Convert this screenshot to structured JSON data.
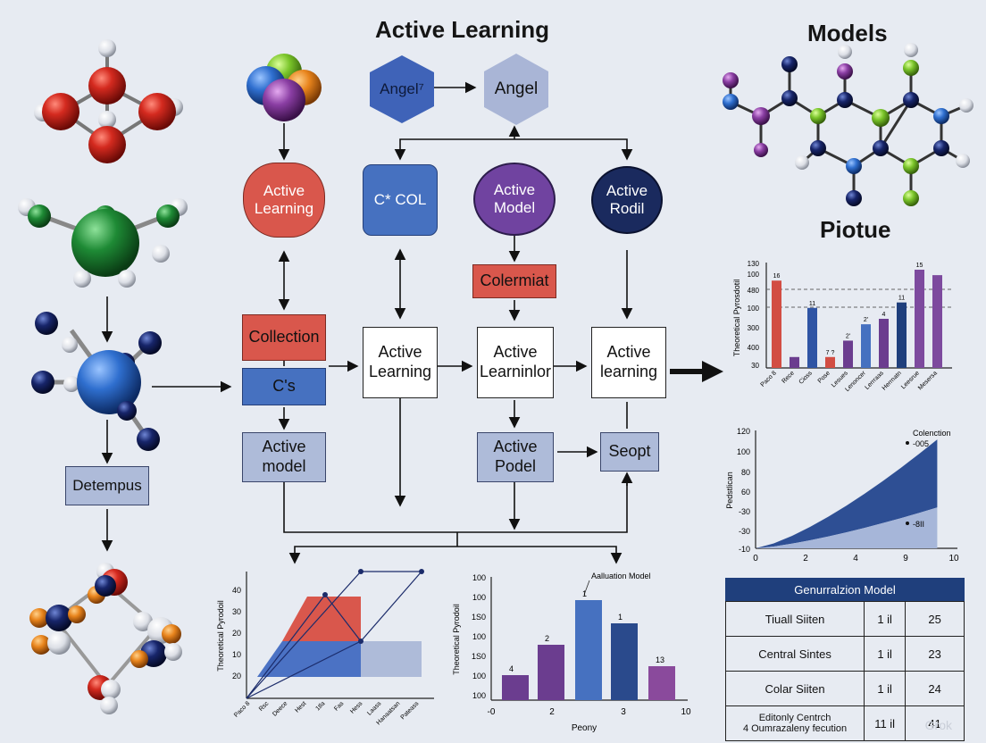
{
  "titles": {
    "main": "Active Learning",
    "models": "Models",
    "pictue": "Piotue"
  },
  "hexagons": {
    "left": "Angel⁷",
    "right": "Angel"
  },
  "flow": {
    "top_nodes": [
      "Active Learning",
      "C* COL",
      "Active Model",
      "Active Rodil"
    ],
    "colermiat": "Colermiat",
    "collection": "Collection",
    "cs": "C's",
    "active_model_left": "Active model",
    "mid_boxes": [
      "Active Learning",
      "Active Learninlor",
      "Active learning"
    ],
    "active_podel": "Active Podel",
    "seopt": "Seopt",
    "detempus": "Detempus"
  },
  "chart_data": [
    {
      "type": "bar",
      "ylabel": "Theoretical Pyrosdotil",
      "yticks": [
        "30",
        "400",
        "300",
        "100",
        "480",
        "100",
        "130"
      ],
      "categories": [
        "Paco 8",
        "Rece",
        "Cioss",
        "Pose",
        "Lesues",
        "Lenoncer",
        "Lerrraas",
        "Herrnatn",
        "Leesrue",
        "Mesersa"
      ],
      "values": [
        16,
        2,
        11,
        2,
        5,
        8,
        9,
        12,
        18,
        17
      ],
      "value_labels": [
        "16",
        "",
        "11",
        "7 ?",
        "2'",
        "2'",
        "4",
        "11",
        "15",
        ""
      ],
      "colors": [
        "#d24d43",
        "#6b3d8f",
        "#2f54a4",
        "#d24d43",
        "#6b3d8f",
        "#4671c0",
        "#6b3d8f",
        "#1f3f7c",
        "#7d4a9e",
        "#7d4a9e"
      ]
    },
    {
      "type": "area",
      "ylabel": "Pedstlican",
      "xticks": [
        "0",
        "2",
        "4",
        "9",
        "10"
      ],
      "yticks": [
        "120",
        "100",
        "80",
        "60",
        "-30",
        "-30",
        "-10"
      ],
      "series": [
        {
          "name": "Colenction",
          "annotation": "-005",
          "x": [
            0,
            9
          ],
          "y": [
            -10,
            110
          ]
        },
        {
          "name": "",
          "annotation": "-8II",
          "x": [
            0,
            9
          ],
          "y": [
            -10,
            35
          ]
        }
      ]
    },
    {
      "type": "area",
      "ylabel": "Theoretical Pyrodoil",
      "yticks": [
        "40",
        "30",
        "20",
        "10",
        "20"
      ],
      "categories": [
        "Paco 8",
        "Rsc",
        "Deece",
        "Hest",
        "1tla",
        "Fas",
        "Hess",
        "Laass",
        "Hanaatsan",
        "Pateass"
      ]
    },
    {
      "type": "bar",
      "title": "Aalluation Model",
      "xlabel": "Peony",
      "ylabel": "Theoretical Pyrodoil",
      "yticks": [
        "100",
        "100",
        "1S0",
        "100",
        "1S0",
        "100",
        "100"
      ],
      "xticks": [
        "-0",
        "2",
        "3",
        "10"
      ],
      "values": [
        4,
        2,
        1,
        1,
        13
      ],
      "value_labels": [
        "4",
        "2",
        "1",
        "1",
        "13"
      ],
      "colors": [
        "#6b3d8f",
        "#6b3d8f",
        "#4671c0",
        "#2a4a8c",
        "#8a4a9c"
      ]
    }
  ],
  "table": {
    "header": "Genurralzion Model",
    "rows": [
      [
        "Tiuall Siiten",
        "1 il",
        "25"
      ],
      [
        "Central Sintes",
        "1 il",
        "23"
      ],
      [
        "Colar Siiten",
        "1 il",
        "24"
      ],
      [
        "Editonly Centrch\n4 Oumrazaleny fecution",
        "11 il",
        "41"
      ]
    ]
  },
  "watermark": "Grok"
}
